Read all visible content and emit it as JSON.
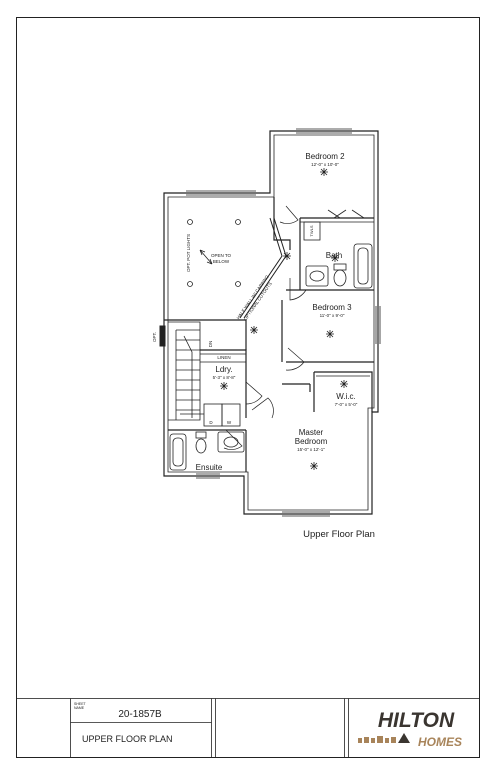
{
  "plan": {
    "caption": "Upper Floor Plan",
    "open_to_below": [
      "OPEN TO",
      "BELOW"
    ],
    "opt_pot_lights": "OPT. POT LIGHTS",
    "half_wall_note": [
      "HALF WALL W/ CAPPING",
      "OPTIONAL CUTOUTS"
    ],
    "opt_label": "OPT.",
    "dn_label": "DN",
    "linen_label": "LINEN",
    "tws_label": "TWLS",
    "washer_label": "W",
    "dryer_label": "D",
    "rooms": {
      "bedroom2": {
        "name": "Bedroom 2",
        "size": "12'-0\" x 10'-0\""
      },
      "bath": {
        "name": "Bath"
      },
      "bedroom3": {
        "name": "Bedroom 3",
        "size": "11'-0\" x 9'-0\""
      },
      "laundry": {
        "name": "Ldry.",
        "size": "5'-3\" x 8'-8\""
      },
      "wic": {
        "name": "W.i.c.",
        "size": "7'-0\" x 5'-0\""
      },
      "master": {
        "name": [
          "Master",
          "Bedroom"
        ],
        "size": "15'-0\" x 12'-1\""
      },
      "ensuite": {
        "name": "Ensuite"
      }
    }
  },
  "title_block": {
    "sheet_name_label": [
      "SHEET",
      "NAME"
    ],
    "plan_number": "20-1857B",
    "sheet_title": "UPPER FLOOR PLAN",
    "logo_line1": "HILTON",
    "logo_line2": "HOMES"
  },
  "colors": {
    "line": "#222222",
    "logo_dark": "#3a3530",
    "logo_accent": "#a8845a"
  }
}
